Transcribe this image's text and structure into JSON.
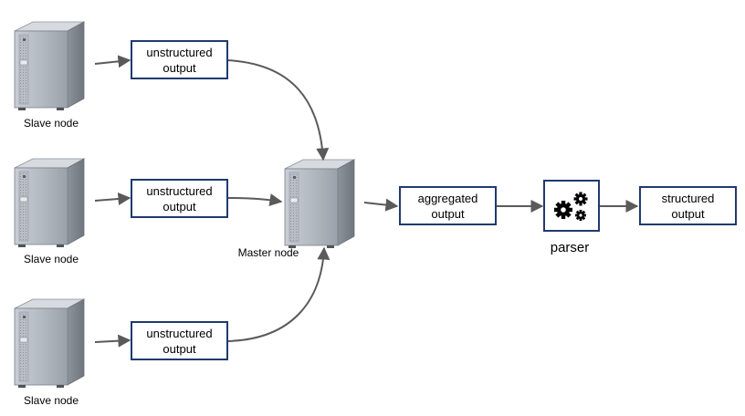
{
  "slave_nodes": [
    {
      "label": "Slave node"
    },
    {
      "label": "Slave node"
    },
    {
      "label": "Slave node"
    }
  ],
  "unstructured_boxes": [
    {
      "line1": "unstructured",
      "line2": "output"
    },
    {
      "line1": "unstructured",
      "line2": "output"
    },
    {
      "line1": "unstructured",
      "line2": "output"
    }
  ],
  "master_node": {
    "label": "Master node"
  },
  "aggregated_box": {
    "line1": "aggregated",
    "line2": "output"
  },
  "parser": {
    "label": "parser",
    "icon": "gears-icon"
  },
  "structured_box": {
    "line1": "structured",
    "line2": "output"
  },
  "colors": {
    "box_border": "#1f3a6e",
    "arrow": "#5a5a5a",
    "server_body": "#a9aeb6",
    "server_side": "#7e848c"
  }
}
